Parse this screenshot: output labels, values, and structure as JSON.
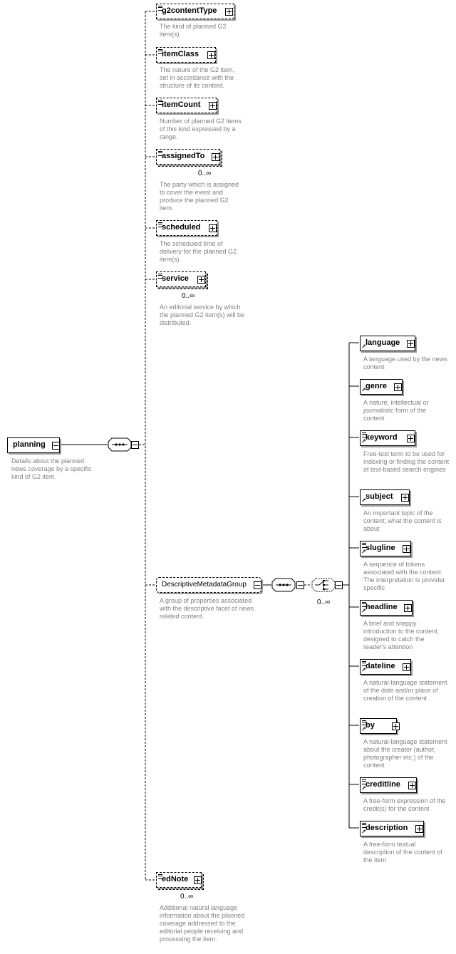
{
  "root": {
    "name": "planning",
    "description": "Details about the planned news coverage by a specific kind of G2 item."
  },
  "top_children": [
    {
      "name": "g2contentType",
      "description": "The kind of planned G2 item(s)",
      "cardinality": ""
    },
    {
      "name": "itemClass",
      "description": "The nature of the G2 item, set in accordance with the structure of its content.",
      "cardinality": ""
    },
    {
      "name": "itemCount",
      "description": "Number of planned G2 items of this kind expressed by a range.",
      "cardinality": ""
    },
    {
      "name": "assignedTo",
      "description": "The party which is assigned to cover the event and produce the planned G2 item.",
      "cardinality": "0..∞"
    },
    {
      "name": "scheduled",
      "description": "The scheduled time of delivery for the planned G2 item(s).",
      "cardinality": ""
    },
    {
      "name": "service",
      "description": "An editorial service by which the planned G2 item(s) will be distributed.",
      "cardinality": "0..∞"
    }
  ],
  "group": {
    "name": "DescriptiveMetadataGroup",
    "description": "A group of properties associated with the descriptive facet of news related content.",
    "choice_cardinality": "0..∞"
  },
  "group_children": [
    {
      "name": "language",
      "description": "A language used by the news content"
    },
    {
      "name": "genre",
      "description": "A nature, intellectual or journalistic form of the content"
    },
    {
      "name": "keyword",
      "description": "Free-text term to be used for indexing or finding the content of text-based search engines"
    },
    {
      "name": "subject",
      "description": "An important topic of the content; what the content is about"
    },
    {
      "name": "slugline",
      "description": "A sequence of tokens associated with the content. The interpretation is provider specific"
    },
    {
      "name": "headline",
      "description": "A brief and snappy introduction to the content, designed to catch the reader's attention"
    },
    {
      "name": "dateline",
      "description": "A natural-language statement of the date and/or place of creation of the content"
    },
    {
      "name": "by",
      "description": "A natural-language statement about the creator (author, photographer etc.) of the content"
    },
    {
      "name": "creditline",
      "description": "A free-form expression of the credit(s) for the content"
    },
    {
      "name": "description",
      "description": "A free-form textual description of the content of the item"
    }
  ],
  "ednote": {
    "name": "edNote",
    "description": "Additional natural language information about the planned coverage addressed to the editorial people receiving and processing the item.",
    "cardinality": "0..∞"
  }
}
